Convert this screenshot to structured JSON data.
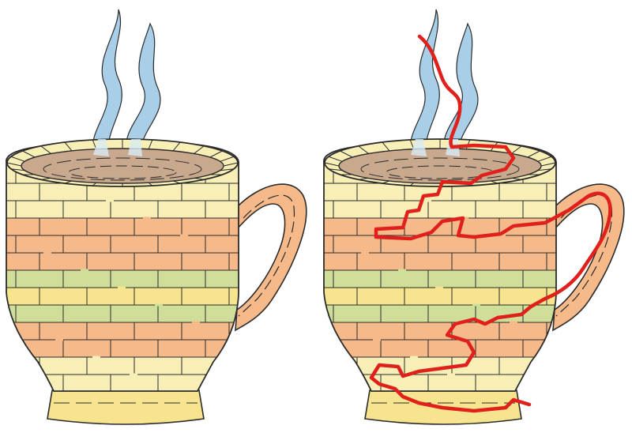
{
  "puzzle": {
    "type": "maze",
    "subject": "coffee-mug",
    "panels": [
      {
        "role": "puzzle",
        "shows_solution": false
      },
      {
        "role": "solution",
        "shows_solution": true
      }
    ]
  },
  "colors": {
    "outline": "#2b2b2b",
    "cream": "#f8efb6",
    "orange": "#f5b98a",
    "green": "#cfdf9a",
    "yellow": "#f7e48e",
    "coffee": "#c9a98d",
    "steam": "#a9cfe8",
    "steam_light": "#d8ecf7",
    "solution_path": "#e0201b"
  }
}
